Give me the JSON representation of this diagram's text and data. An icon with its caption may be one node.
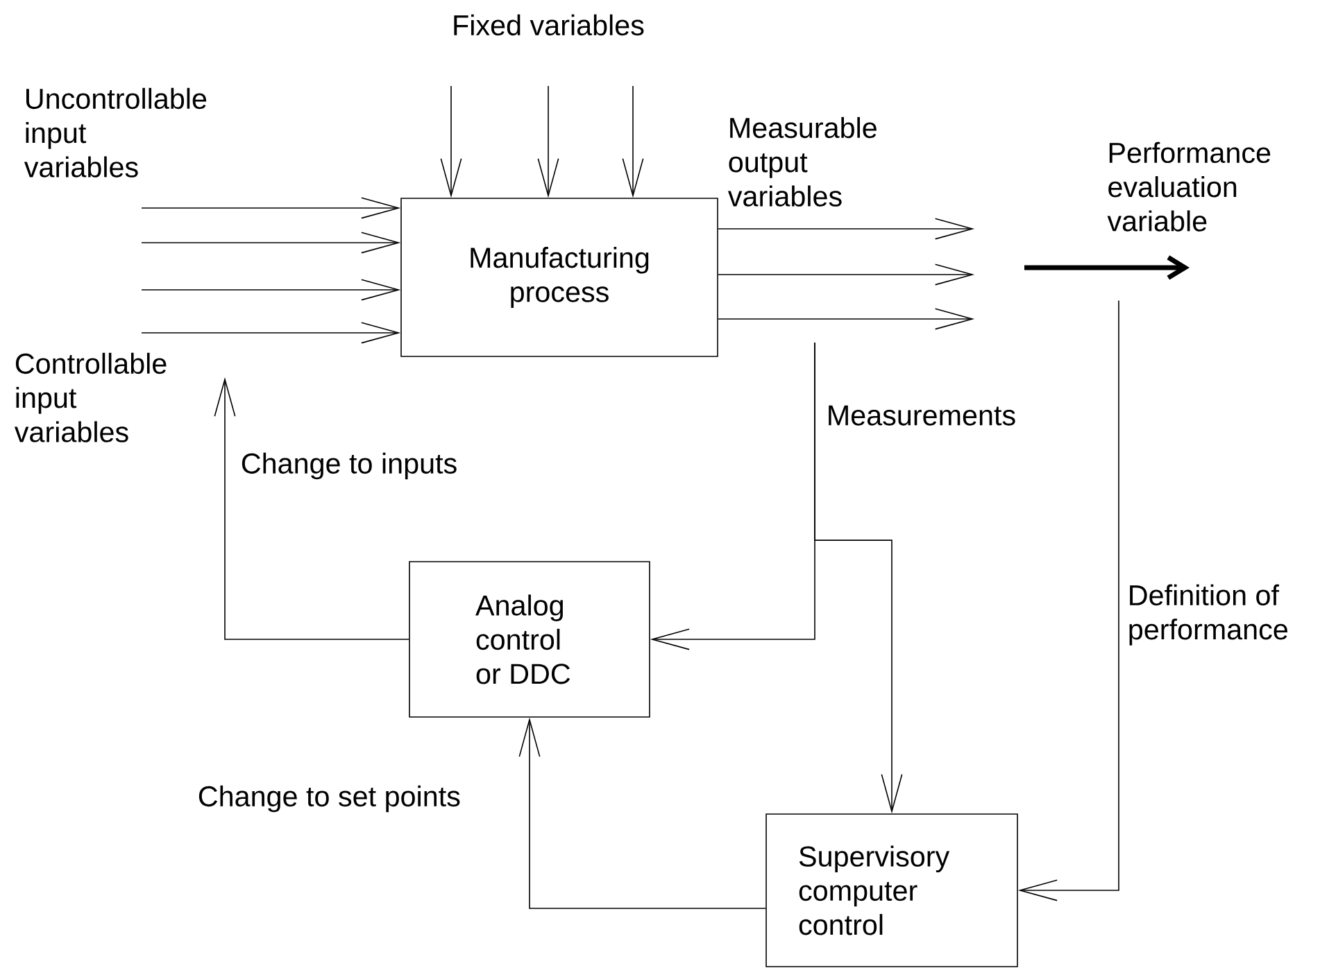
{
  "diagram": {
    "nodes": [
      {
        "text": [
          "Manufacturing process"
        ]
      },
      {
        "text": [
          "Analog control or DDC"
        ]
      },
      {
        "text": [
          "Supervisory computer control"
        ]
      },
      {
        "text": [
          "Performance evaluation variable"
        ]
      }
    ],
    "edges": [
      {
        "from": null,
        "to": 0,
        "arrow": "to"
      },
      {
        "from": null,
        "to": 0,
        "arrow": "to"
      },
      {
        "from": null,
        "to": 0,
        "arrow": "to"
      },
      {
        "from": null,
        "to": 0,
        "arrow": "to"
      },
      {
        "from": null,
        "to": 0,
        "arrow": "to"
      },
      {
        "from": null,
        "to": 0,
        "arrow": "to"
      },
      {
        "from": null,
        "to": 0,
        "arrow": "to"
      },
      {
        "from": 0,
        "to": null,
        "arrow": "to"
      },
      {
        "from": 0,
        "to": null,
        "arrow": "to"
      },
      {
        "from": 0,
        "to": null,
        "arrow": "to"
      },
      {
        "from": null,
        "to": 1,
        "arrow": "to",
        "label": "Measurements"
      },
      {
        "from": null,
        "to": 2,
        "arrow": "to"
      },
      {
        "from": 1,
        "to": null,
        "arrow": "to",
        "label": "Change to inputs"
      },
      {
        "from": 2,
        "to": 1,
        "arrow": "to",
        "label": "Change to set points"
      },
      {
        "from": 3,
        "to": 2,
        "arrow": "to",
        "label": "Definition of performance"
      }
    ],
    "labels": [
      "Fixed variables",
      "Uncontrollable input variables",
      "Measurable output variables",
      "Controllable input variables"
    ]
  }
}
